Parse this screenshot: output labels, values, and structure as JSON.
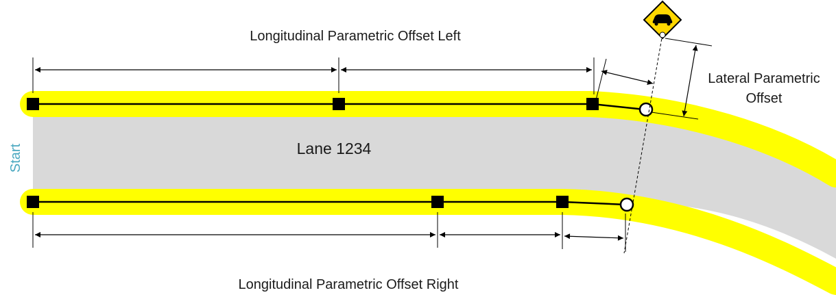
{
  "labels": {
    "top_offset": "Longitudinal Parametric Offset Left",
    "bottom_offset": "Longitudinal Parametric Offset Right",
    "lateral_line1": "Lateral Parametric",
    "lateral_line2": "Offset",
    "lane": "Lane 1234",
    "start": "Start"
  },
  "sign": {
    "icon": "car-icon",
    "shape": "diamond"
  },
  "colors": {
    "boundary_highlight": "#ffff00",
    "lane_fill": "#d9d9d9",
    "line": "#000000",
    "start_text": "#4aa8c0",
    "sign_fill": "#ffd700"
  }
}
